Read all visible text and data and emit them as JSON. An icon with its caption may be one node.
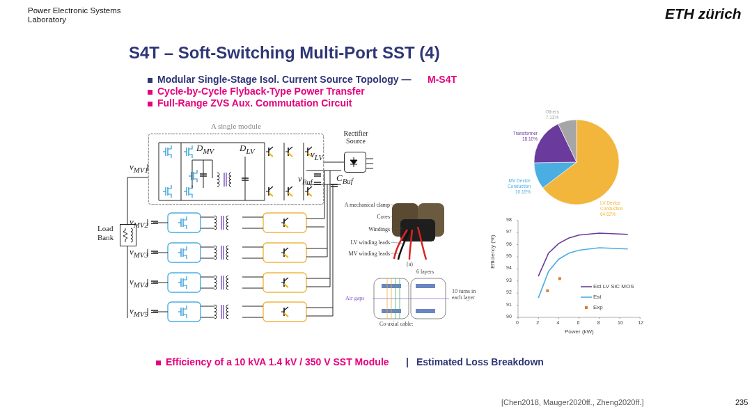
{
  "diagram": {
    "title": "S4T – Soft-Switching Multi-Port SST (4)",
    "nodes": [
      {
        "text": [
          "A single module"
        ]
      },
      {
        "text": [
          "Rectifier Source"
        ]
      },
      {
        "text": [
          "Load Bank"
        ]
      },
      {
        "text": [
          "A mechanical clamp"
        ]
      },
      {
        "text": [
          "Cores"
        ]
      },
      {
        "text": [
          "Windings"
        ]
      },
      {
        "text": [
          "LV winding leads"
        ]
      },
      {
        "text": [
          "MV winding leads"
        ]
      }
    ],
    "edges": [
      {
        "from": 3,
        "to": null,
        "arrow": "none"
      },
      {
        "from": 4,
        "to": null,
        "arrow": "none"
      },
      {
        "from": 5,
        "to": null,
        "arrow": "none"
      },
      {
        "from": 6,
        "to": null,
        "arrow": "none"
      },
      {
        "from": 7,
        "to": null,
        "arrow": "none"
      },
      {
        "from": 0,
        "to": 1,
        "arrow": "none"
      },
      {
        "from": 2,
        "to": 0,
        "arrow": "none"
      }
    ],
    "labels": [
      "Power Electronic Systems Laboratory",
      "ETH zürich",
      "Modular Single-Stage Isol. Current Source Topology —",
      "M-S4T",
      "Cycle-by-Cycle Flyback-Type Power Transfer",
      "Full-Range ZVS Aux. Commutation Circuit",
      "D$_{MV}$",
      "D$_{LV}$",
      "v$_{LV}$",
      "v$_{Buf}$",
      "C$_{Buf}$",
      "v$_{MV1}$",
      "v$_{MV2}$",
      "v$_{MV3}$",
      "v$_{MV4}$",
      "v$_{MV5}$",
      "(a)",
      "6 layers",
      "Air gaps",
      "10 turns in each layer",
      "Co-axial cable:",
      "Efficiency (%)",
      "Power (kW)",
      "90",
      "91",
      "92",
      "93",
      "94",
      "95",
      "96",
      "97",
      "98",
      "0",
      "2",
      "4",
      "6",
      "8",
      "10",
      "12",
      "Efficiency of a 10 kVA 1.4 kV / 350 V SST Module",
      "|",
      "Estimated Loss Breakdown",
      "[Chen2018, Mauger2020ff., Zheng2020ff.]",
      "235"
    ],
    "legend": [
      {
        "text": "Est LV SiC MOS"
      },
      {
        "text": "Est"
      },
      {
        "text": "Exp"
      }
    ],
    "chart_data": {
      "type": "pie",
      "categories": [
        "LV Device Conduction",
        "MV Device Conduction",
        "Transformer",
        "Others"
      ],
      "values": [
        64.62,
        10.15,
        18.1,
        7.13
      ],
      "value_labels": [
        "64.62%",
        "10.15%",
        "18.10%",
        "7.13%"
      ]
    }
  }
}
